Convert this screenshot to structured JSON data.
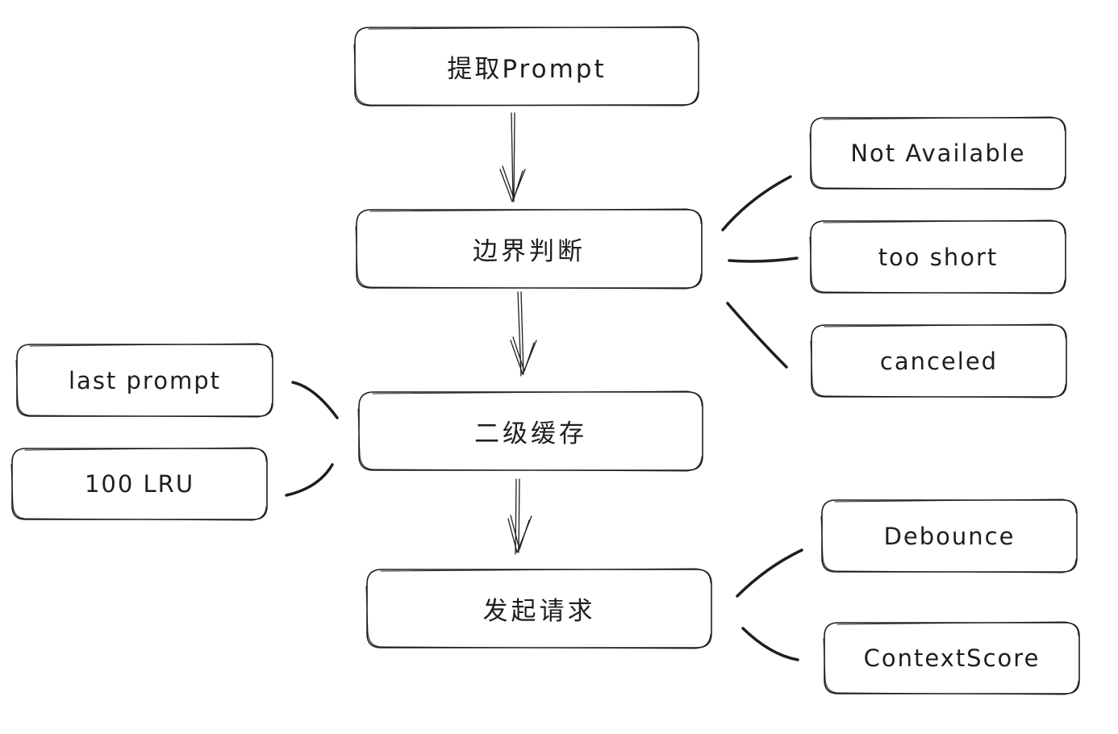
{
  "diagram": {
    "main_steps": [
      {
        "label": "提取Prompt"
      },
      {
        "label": "边界判断"
      },
      {
        "label": "二级缓存"
      },
      {
        "label": "发起请求"
      }
    ],
    "boundary_conditions": [
      {
        "label": "Not Available"
      },
      {
        "label": "too short"
      },
      {
        "label": "canceled"
      }
    ],
    "cache_levels": [
      {
        "label": "last prompt"
      },
      {
        "label": "100 LRU"
      }
    ],
    "request_controls": [
      {
        "label": "Debounce"
      },
      {
        "label": "ContextScore"
      }
    ]
  },
  "colors": {
    "stroke": "#1e1e1e",
    "background": "#ffffff"
  }
}
